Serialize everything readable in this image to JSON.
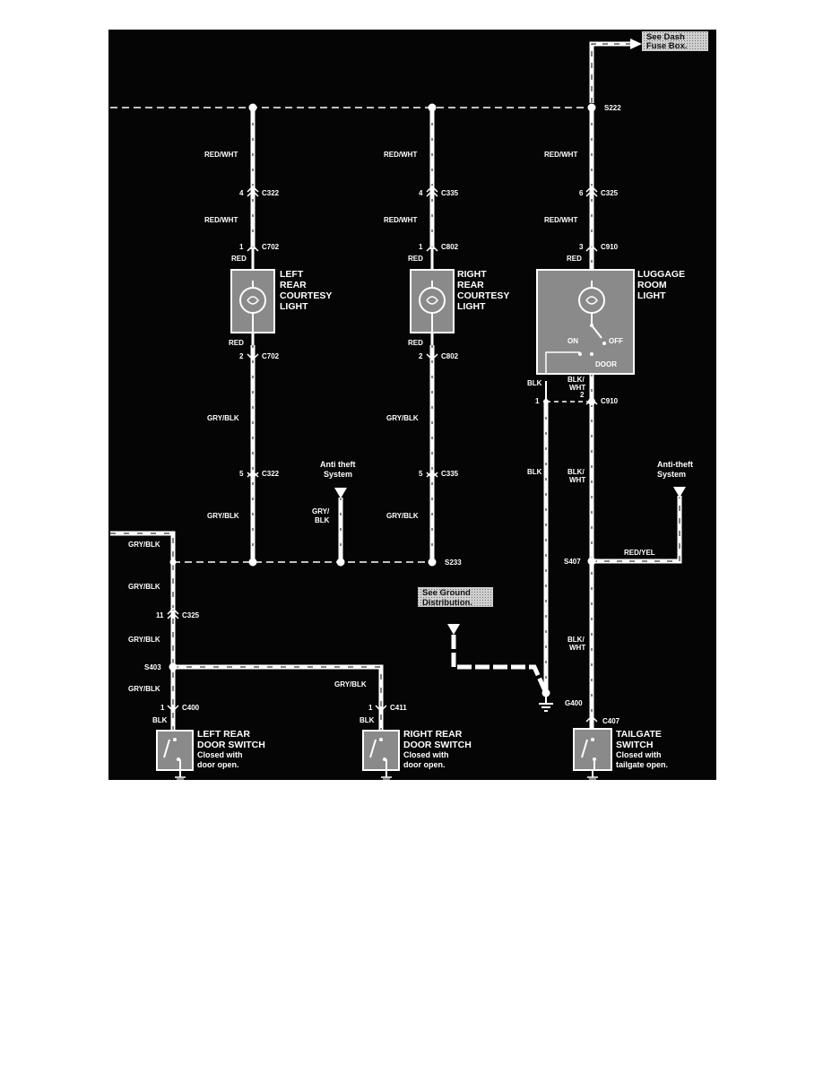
{
  "references": {
    "dash_fuse_box": [
      "See Dash",
      "Fuse Box."
    ],
    "ground_distribution": [
      "See Ground",
      "Distribution."
    ]
  },
  "splices": {
    "s222": "S222",
    "s233": "S233",
    "s403": "S403",
    "s407": "S407"
  },
  "grounds": {
    "g400": "G400"
  },
  "components": {
    "left_rear_courtesy": [
      "LEFT",
      "REAR",
      "COURTESY",
      "LIGHT"
    ],
    "right_rear_courtesy": [
      "RIGHT",
      "REAR",
      "COURTESY",
      "LIGHT"
    ],
    "luggage_room": [
      "LUGGAGE",
      "ROOM",
      "LIGHT"
    ],
    "luggage_switch": {
      "on": "ON",
      "off": "OFF",
      "door": "DOOR"
    },
    "left_rear_door_switch": {
      "title": [
        "LEFT REAR",
        "DOOR SWITCH"
      ],
      "desc": [
        "Closed with",
        "door open."
      ]
    },
    "right_rear_door_switch": {
      "title": [
        "RIGHT REAR",
        "DOOR SWITCH"
      ],
      "desc": [
        "Closed with",
        "door open."
      ]
    },
    "tailgate_switch": {
      "title": [
        "TAILGATE",
        "SWITCH"
      ],
      "desc": [
        "Closed with",
        "tailgate open."
      ]
    }
  },
  "anti_theft": {
    "left": [
      "Anti theft",
      "System"
    ],
    "right": [
      "Anti-theft",
      "System"
    ]
  },
  "wires": {
    "red_wht": "RED/WHT",
    "red": "RED",
    "gry_blk": "GRY/BLK",
    "gry_blk_split": [
      "GRY/",
      "BLK"
    ],
    "blk": "BLK",
    "blk_wht": [
      "BLK/",
      "WHT"
    ],
    "red_yel": "RED/YEL"
  },
  "connectors": {
    "left": {
      "c322_top": {
        "pin": "4",
        "name": "C322"
      },
      "c702_top": {
        "pin": "1",
        "name": "C702"
      },
      "c702_bot": {
        "pin": "2",
        "name": "C702"
      },
      "c322_bot": {
        "pin": "5",
        "name": "C322"
      }
    },
    "middle": {
      "c335_top": {
        "pin": "4",
        "name": "C335"
      },
      "c802_top": {
        "pin": "1",
        "name": "C802"
      },
      "c802_bot": {
        "pin": "2",
        "name": "C802"
      },
      "c335_bot": {
        "pin": "5",
        "name": "C335"
      }
    },
    "right": {
      "c325_top": {
        "pin": "6",
        "name": "C325"
      },
      "c910_top": {
        "pin": "3",
        "name": "C910"
      },
      "c910_blk": {
        "pin": "1"
      },
      "c910_bw": {
        "pin": "2",
        "name": "C910"
      },
      "c407": {
        "name": "C407"
      }
    },
    "lower_left": {
      "c325": {
        "pin": "11",
        "name": "C325"
      },
      "c400": {
        "pin": "1",
        "name": "C400"
      },
      "c411": {
        "pin": "1",
        "name": "C411"
      }
    }
  },
  "colors": {
    "background": "#050505",
    "wire": "#ffffff",
    "component_fill": "#8a8a8a",
    "reference_box": "#bdbdbd"
  }
}
